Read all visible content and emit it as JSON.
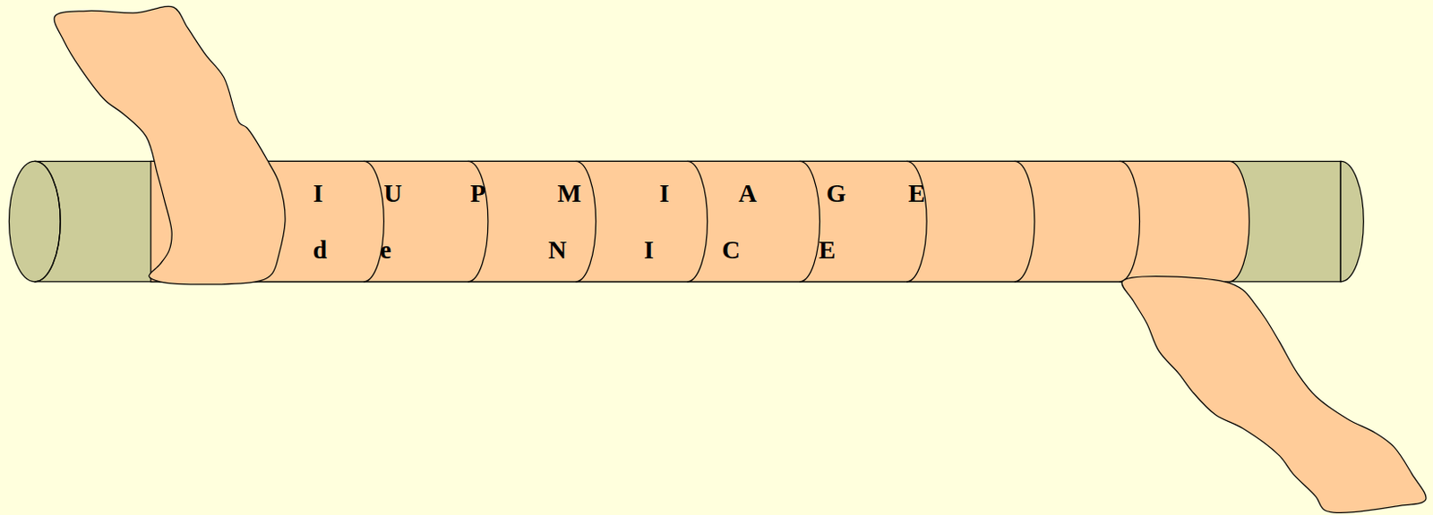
{
  "diagram": {
    "labels": [
      "I",
      "U",
      "P",
      "M",
      "I",
      "A",
      "G",
      "E",
      "d",
      "e",
      "N",
      "I",
      "C",
      "E"
    ]
  }
}
